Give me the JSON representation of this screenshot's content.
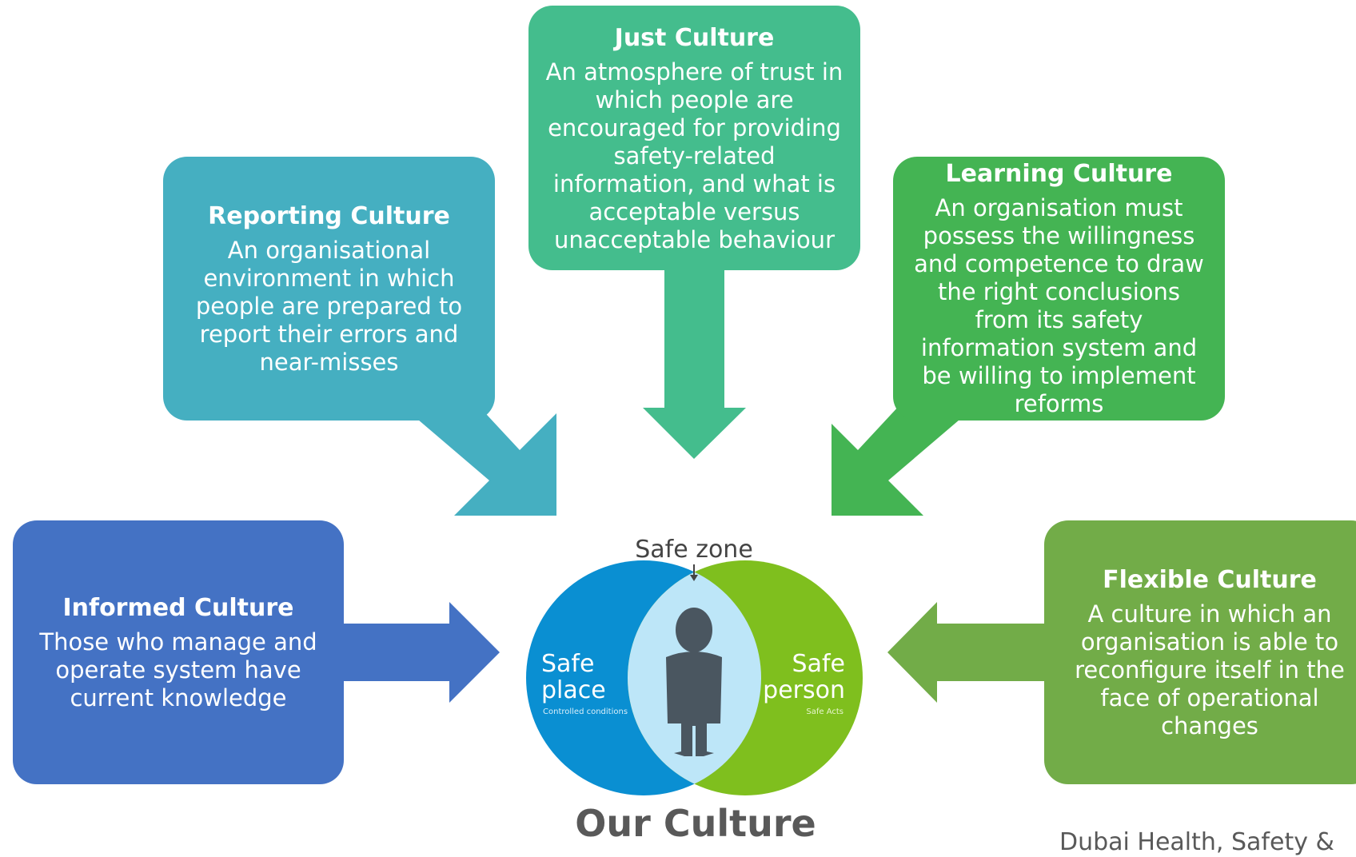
{
  "boxes": {
    "just": {
      "title": "Just Culture",
      "desc": "An atmosphere of trust in which people are encouraged for providing safety-related information, and what is acceptable versus unacceptable behaviour",
      "color": "#44bd8d"
    },
    "reporting": {
      "title": "Reporting Culture",
      "desc": "An organisational environment in which people are prepared to report their errors and near-misses",
      "color": "#45afc1"
    },
    "learning": {
      "title": "Learning Culture",
      "desc": "An organisation must possess the willingness and competence to draw the right conclusions from its safety information system and be willing to implement reforms",
      "color": "#44b453"
    },
    "informed": {
      "title": "Informed Culture",
      "desc": "Those who manage and operate system have current knowledge",
      "color": "#4472c4"
    },
    "flexible": {
      "title": "Flexible Culture",
      "desc": "A culture in which an organisation is able to reconfigure itself in the face of operational changes",
      "color": "#72ac48"
    }
  },
  "venn": {
    "zone_label": "Safe zone",
    "left_title_1": "Safe",
    "left_title_2": "place",
    "left_sub": "Controlled conditions",
    "right_title_1": "Safe",
    "right_title_2": "person",
    "right_sub": "Safe Acts",
    "left_color": "#0a8fd2",
    "right_color": "#7fbf1e",
    "overlap_color": "#bde6f8",
    "figure_color": "#4a5660"
  },
  "footer": {
    "title": "Our Culture",
    "note": "Dubai Health, Safety &"
  }
}
